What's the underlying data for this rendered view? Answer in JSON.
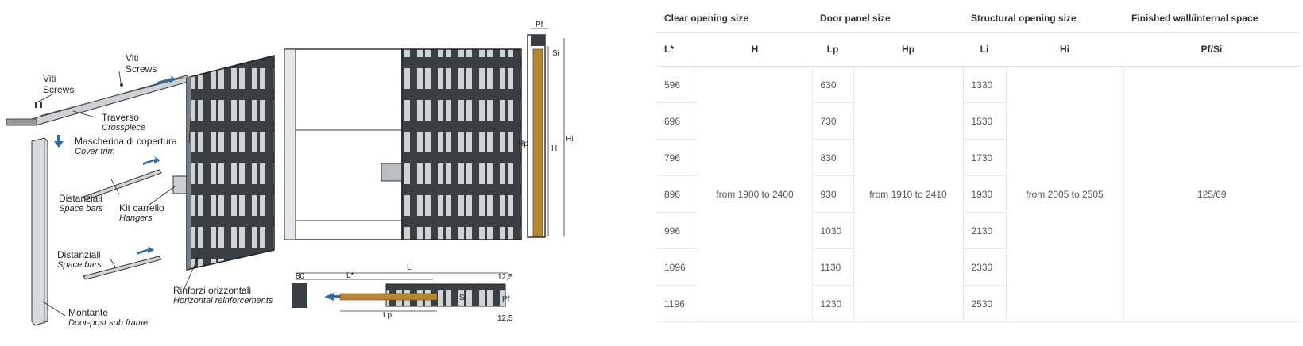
{
  "diagram": {
    "labels": {
      "viti_screws_top": {
        "it": "Viti",
        "en": "Screws"
      },
      "viti_screws_left": {
        "it": "Viti",
        "en": "Screws"
      },
      "traverso": {
        "it": "Traverso",
        "en": "Crosspiece"
      },
      "mascherina": {
        "it": "Mascherina di copertura",
        "en": "Cover trim"
      },
      "distanziali_top": {
        "it": "Distanziali",
        "en": "Space bars"
      },
      "kit_carrello": {
        "it": "Kit carrello",
        "en": "Hangers"
      },
      "distanziali_bottom": {
        "it": "Distanziali",
        "en": "Space bars"
      },
      "montante": {
        "it": "Montante",
        "en": "Door-post sub frame"
      },
      "rinforzi": {
        "it": "Rinforzi orizzontali",
        "en": "Horizontal reinforcements"
      }
    },
    "dims": {
      "pf_top": "Pf",
      "si_side": "Si",
      "hp": "Hp",
      "h": "H",
      "hi": "Hi",
      "li": "Li",
      "l_star": "L*",
      "lp": "Lp",
      "d80": "80",
      "d125_top": "12,5",
      "d125_bottom": "12,5",
      "si_plan": "Si",
      "pf_plan": "Pf"
    }
  },
  "spec_table": {
    "groups": [
      "Clear opening size",
      "Door panel size",
      "Structural opening size",
      "Finished wall/internal space"
    ],
    "columns": [
      "L*",
      "H",
      "Lp",
      "Hp",
      "Li",
      "Hi",
      "Pf/Si"
    ],
    "rows": [
      {
        "l": "596",
        "lp": "630",
        "li": "1330"
      },
      {
        "l": "696",
        "lp": "730",
        "li": "1530"
      },
      {
        "l": "796",
        "lp": "830",
        "li": "1730"
      },
      {
        "l": "896",
        "lp": "930",
        "li": "1930"
      },
      {
        "l": "996",
        "lp": "1030",
        "li": "2130"
      },
      {
        "l": "1096",
        "lp": "1130",
        "li": "2330"
      },
      {
        "l": "1196",
        "lp": "1230",
        "li": "2530"
      }
    ],
    "merged": {
      "h": "from 1900 to 2400",
      "hp": "from 1910 to 2410",
      "hi": "from 2005 to 2505",
      "pfsi": "125/69"
    }
  },
  "colors": {
    "accent_blue": "#2e6da4",
    "wood": "#b8862e",
    "frame": "#2b2f33"
  }
}
